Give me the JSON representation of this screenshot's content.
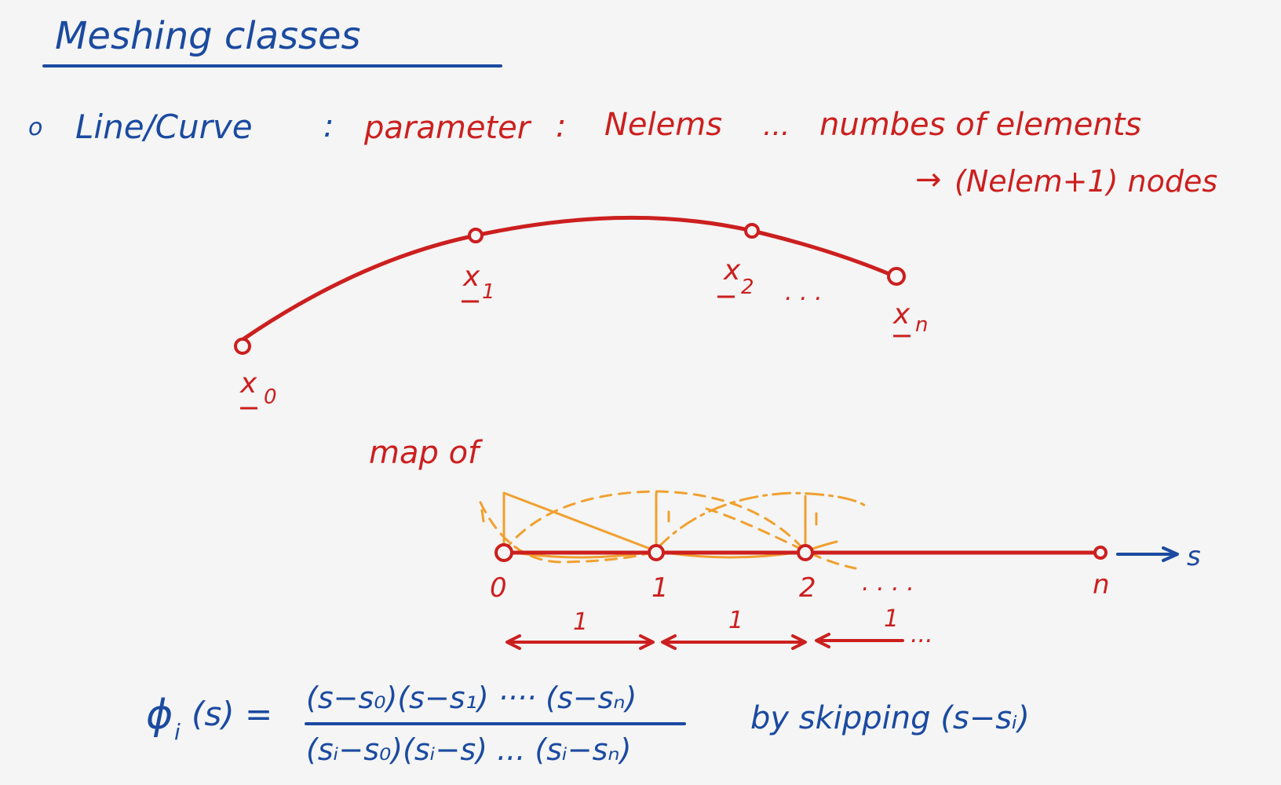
{
  "title": "Meshing classes",
  "bullet": {
    "symbol": "o",
    "label": "Line/Curve",
    "colon1": ":",
    "param_word": "parameter",
    "colon2": ":",
    "param_name": "Nelems",
    "ellipsis": "...",
    "description": "numbes of elements",
    "arrow": "→",
    "nodes_note": "(Nelem+1) nodes"
  },
  "curve": {
    "nodes": [
      {
        "label": "x",
        "sub": "0"
      },
      {
        "label": "x",
        "sub": "1"
      },
      {
        "label": "x",
        "sub": "2"
      },
      {
        "label": "x",
        "sub": "n"
      }
    ],
    "dots": ". . ."
  },
  "map_label": "map of",
  "axis": {
    "var": "s",
    "ticks": [
      "0",
      "1",
      "2",
      "n"
    ],
    "dots": ". . . .",
    "spacing": [
      "1",
      "1",
      "1"
    ],
    "spacing_dots": "..."
  },
  "formula": {
    "lhs_phi": "ϕ",
    "lhs_sub": "i",
    "lhs_arg": "(s) =",
    "numerator": "(s−s₀)(s−s₁) ···· (s−sₙ)",
    "denominator": "(sᵢ−s₀)(sᵢ−s) ... (sᵢ−sₙ)",
    "note": "by skipping (s−sᵢ)"
  },
  "colors": {
    "blue": "#1b4aa0",
    "red": "#cc1f1f",
    "orange": "#f0a030",
    "background": "#f4f5f4"
  }
}
